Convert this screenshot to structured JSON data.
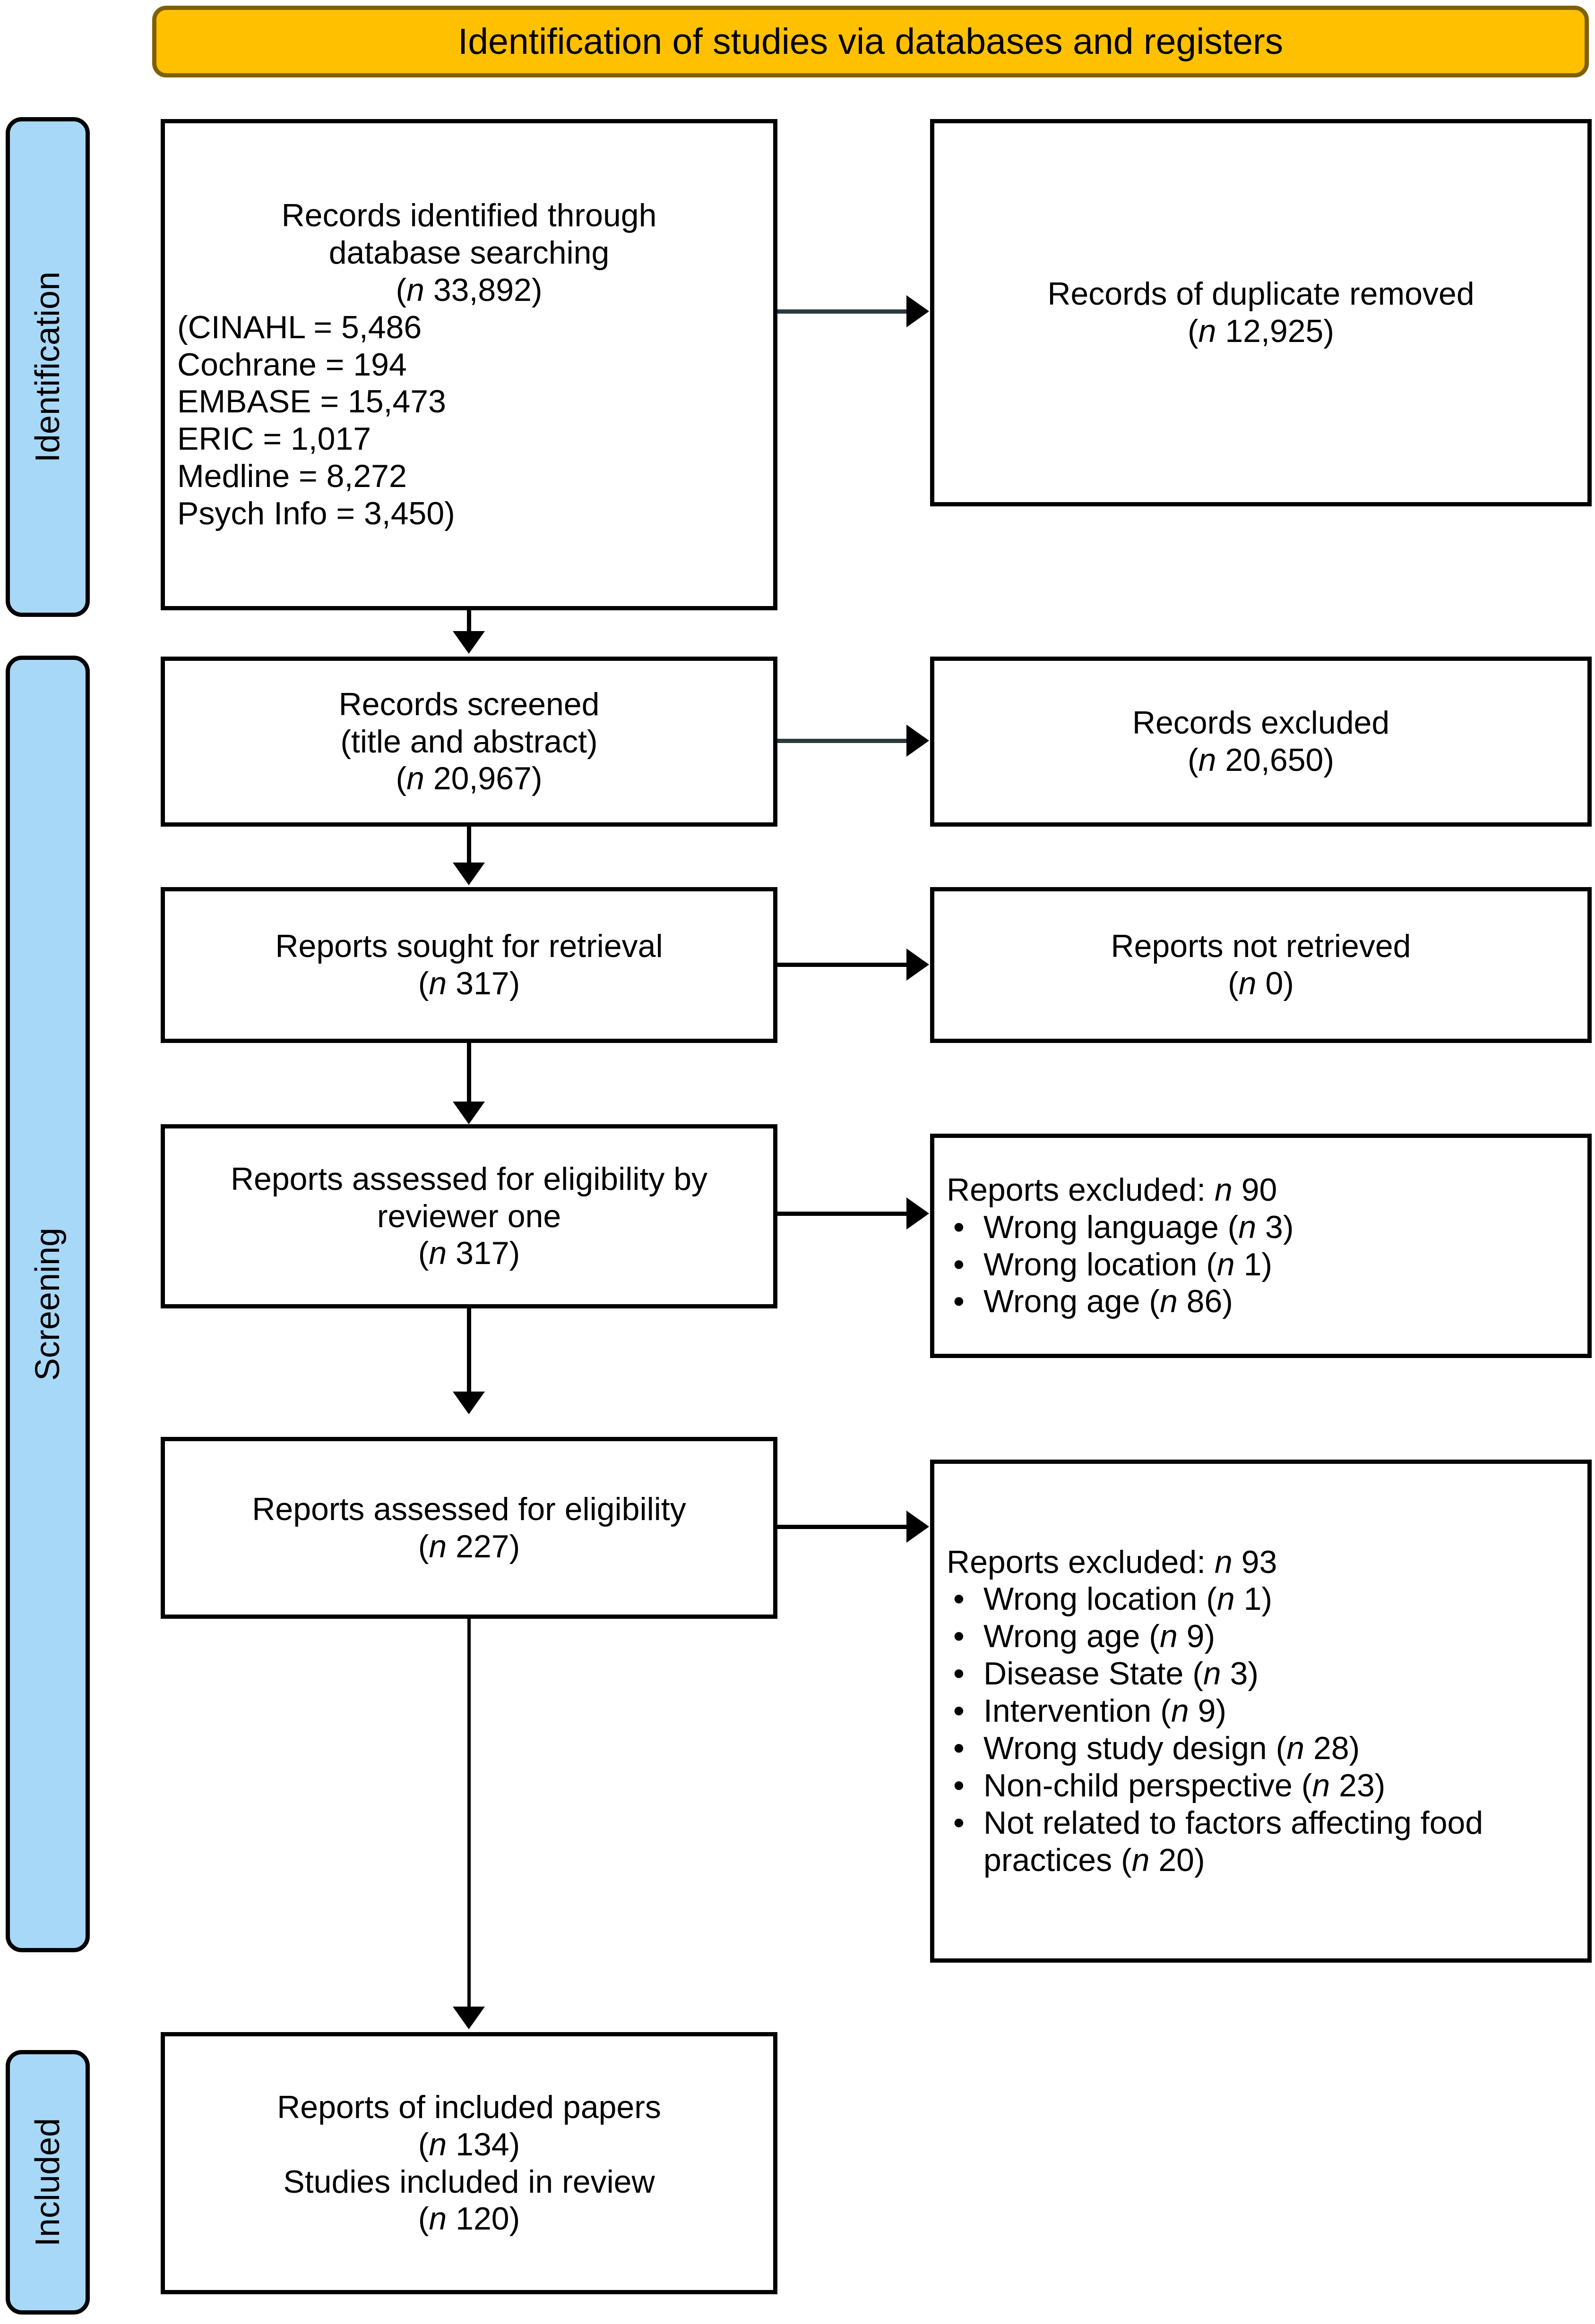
{
  "banner": {
    "title": "Identification of studies via databases and registers",
    "fill": "#FFC000",
    "border": "#7F6000"
  },
  "stages": {
    "fill": "#A8D8F8",
    "items": [
      {
        "key": "identification",
        "label": "Identification"
      },
      {
        "key": "screening",
        "label": "Screening"
      },
      {
        "key": "included",
        "label": "Included"
      }
    ]
  },
  "boxes": {
    "identified": {
      "lines": [
        "Records identified through",
        "database searching",
        "(n 33,892)"
      ],
      "sources": [
        "(CINAHL = 5,486",
        "Cochrane = 194",
        "EMBASE = 15,473",
        "ERIC = 1,017",
        "Medline = 8,272",
        "Psych Info = 3,450)"
      ]
    },
    "duplicates": {
      "lines": [
        "Records of duplicate removed",
        "(n 12,925)"
      ]
    },
    "screened": {
      "lines": [
        "Records screened",
        "(title and abstract)",
        "(n 20,967)"
      ]
    },
    "excluded_screened": {
      "lines": [
        "Records excluded",
        "(n 20,650)"
      ]
    },
    "sought": {
      "lines": [
        "Reports sought for retrieval",
        "(n 317)"
      ]
    },
    "not_retrieved": {
      "lines": [
        "Reports not retrieved",
        "(n 0)"
      ]
    },
    "assessed_reviewer_one": {
      "lines": [
        "Reports assessed for eligibility by",
        "reviewer one",
        "(n 317)"
      ]
    },
    "excluded_reviewer_one": {
      "heading": "Reports excluded: n 90",
      "bullets": [
        "Wrong language (n 3)",
        "Wrong location (n 1)",
        "Wrong age (n 86)"
      ]
    },
    "assessed_eligibility": {
      "lines": [
        "Reports assessed for eligibility",
        "(n 227)"
      ]
    },
    "excluded_eligibility": {
      "heading": "Reports excluded: n 93",
      "bullets": [
        "Wrong location (n 1)",
        "Wrong age (n 9)",
        "Disease State (n 3)",
        "Intervention (n 9)",
        "Wrong study design (n 28)",
        "Non-child perspective (n 23)",
        "Not related to factors affecting food practices (n 20)"
      ]
    },
    "included": {
      "lines": [
        "Reports of included papers",
        "(n 134)",
        "Studies included in review",
        "(n 120)"
      ]
    }
  }
}
